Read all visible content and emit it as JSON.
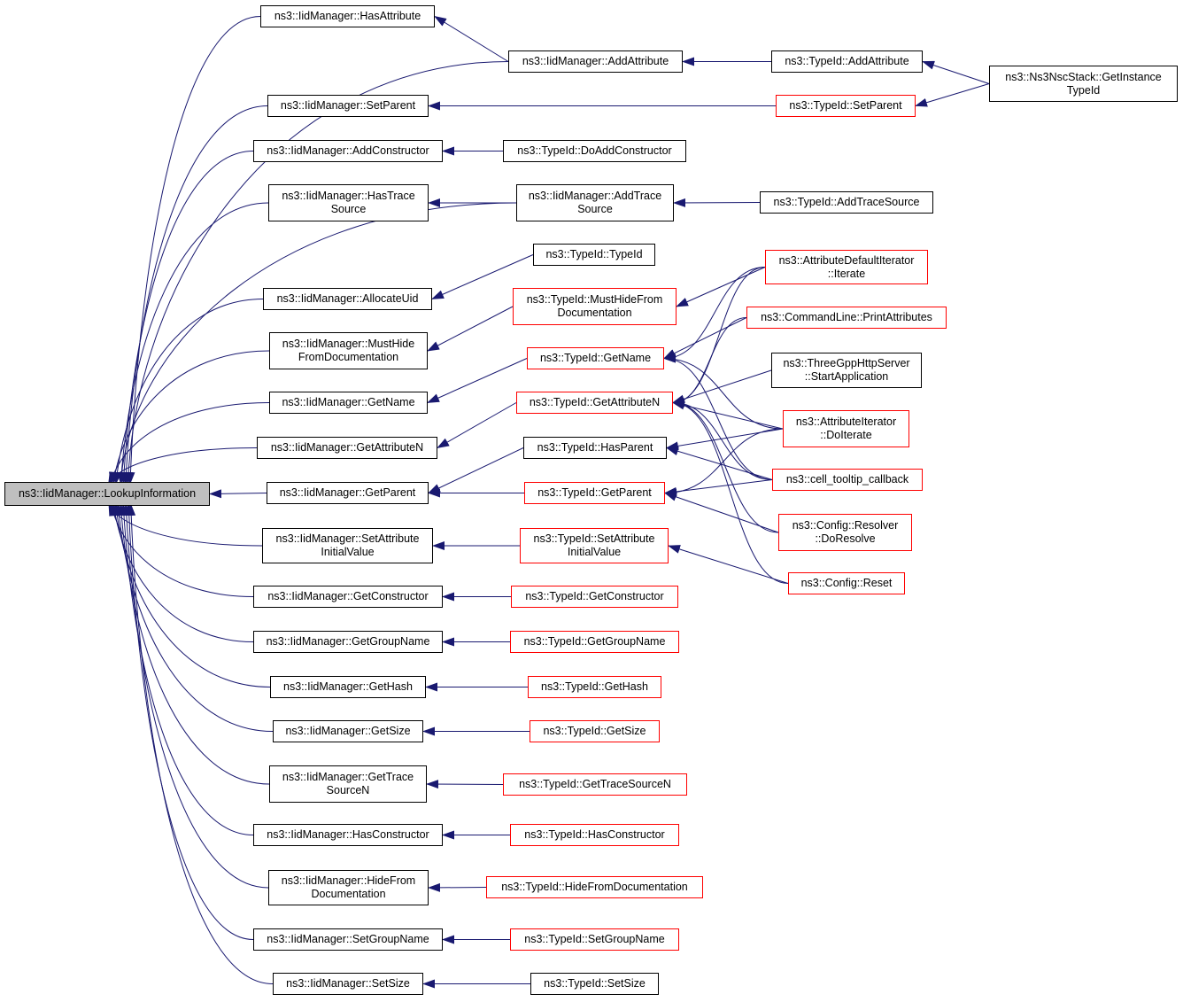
{
  "colors": {
    "edge": "#191970",
    "box_border": "#000000",
    "highlight_border": "#ff0000",
    "root_fill": "#bfbfbf",
    "background": "#ffffff"
  },
  "nodes": {
    "lookup": {
      "label": "ns3::IidManager::LookupInformation",
      "style": "root"
    },
    "m_hasattr": {
      "label": "ns3::IidManager::HasAttribute",
      "style": "normal"
    },
    "m_addattr": {
      "label": "ns3::IidManager::AddAttribute",
      "style": "normal"
    },
    "t_addattr": {
      "label": "ns3::TypeId::AddAttribute",
      "style": "normal"
    },
    "nsc": {
      "label": "ns3::Ns3NscStack::GetInstance\nTypeId",
      "style": "normal"
    },
    "m_setparent": {
      "label": "ns3::IidManager::SetParent",
      "style": "normal"
    },
    "t_setparent": {
      "label": "ns3::TypeId::SetParent",
      "style": "red"
    },
    "m_addctor": {
      "label": "ns3::IidManager::AddConstructor",
      "style": "normal"
    },
    "t_doaddctor": {
      "label": "ns3::TypeId::DoAddConstructor",
      "style": "normal"
    },
    "m_hastrace": {
      "label": "ns3::IidManager::HasTrace\nSource",
      "style": "normal"
    },
    "m_addtrace": {
      "label": "ns3::IidManager::AddTrace\nSource",
      "style": "normal"
    },
    "t_addtrace": {
      "label": "ns3::TypeId::AddTraceSource",
      "style": "normal"
    },
    "t_typeid": {
      "label": "ns3::TypeId::TypeId",
      "style": "normal"
    },
    "m_alloc": {
      "label": "ns3::IidManager::AllocateUid",
      "style": "normal"
    },
    "t_musthide": {
      "label": "ns3::TypeId::MustHideFrom\nDocumentation",
      "style": "red"
    },
    "m_musthide": {
      "label": "ns3::IidManager::MustHide\nFromDocumentation",
      "style": "normal"
    },
    "attrdef": {
      "label": "ns3::AttributeDefaultIterator\n::Iterate",
      "style": "red"
    },
    "cmdline": {
      "label": "ns3::CommandLine::PrintAttributes",
      "style": "red"
    },
    "t_getname": {
      "label": "ns3::TypeId::GetName",
      "style": "red"
    },
    "threegpp": {
      "label": "ns3::ThreeGppHttpServer\n::StartApplication",
      "style": "normal"
    },
    "m_getname": {
      "label": "ns3::IidManager::GetName",
      "style": "normal"
    },
    "t_getattrn": {
      "label": "ns3::TypeId::GetAttributeN",
      "style": "red"
    },
    "attrit": {
      "label": "ns3::AttributeIterator\n::DoIterate",
      "style": "red"
    },
    "m_getattrn": {
      "label": "ns3::IidManager::GetAttributeN",
      "style": "normal"
    },
    "t_hasparent": {
      "label": "ns3::TypeId::HasParent",
      "style": "normal"
    },
    "celltip": {
      "label": "ns3::cell_tooltip_callback",
      "style": "red"
    },
    "m_getparent": {
      "label": "ns3::IidManager::GetParent",
      "style": "normal"
    },
    "t_getparent": {
      "label": "ns3::TypeId::GetParent",
      "style": "red"
    },
    "resolver": {
      "label": "ns3::Config::Resolver\n::DoResolve",
      "style": "red"
    },
    "m_setattrinit": {
      "label": "ns3::IidManager::SetAttribute\nInitialValue",
      "style": "normal"
    },
    "t_setattrinit": {
      "label": "ns3::TypeId::SetAttribute\nInitialValue",
      "style": "red"
    },
    "reset": {
      "label": "ns3::Config::Reset",
      "style": "red"
    },
    "m_getctor": {
      "label": "ns3::IidManager::GetConstructor",
      "style": "normal"
    },
    "t_getctor": {
      "label": "ns3::TypeId::GetConstructor",
      "style": "red"
    },
    "m_getgroup": {
      "label": "ns3::IidManager::GetGroupName",
      "style": "normal"
    },
    "t_getgroup": {
      "label": "ns3::TypeId::GetGroupName",
      "style": "red"
    },
    "m_gethash": {
      "label": "ns3::IidManager::GetHash",
      "style": "normal"
    },
    "t_gethash": {
      "label": "ns3::TypeId::GetHash",
      "style": "red"
    },
    "m_getsize": {
      "label": "ns3::IidManager::GetSize",
      "style": "normal"
    },
    "t_getsize": {
      "label": "ns3::TypeId::GetSize",
      "style": "red"
    },
    "m_gettracen": {
      "label": "ns3::IidManager::GetTrace\nSourceN",
      "style": "normal"
    },
    "t_gettracen": {
      "label": "ns3::TypeId::GetTraceSourceN",
      "style": "red"
    },
    "m_hasctor": {
      "label": "ns3::IidManager::HasConstructor",
      "style": "normal"
    },
    "t_hasctor": {
      "label": "ns3::TypeId::HasConstructor",
      "style": "red"
    },
    "m_hidefrom": {
      "label": "ns3::IidManager::HideFrom\nDocumentation",
      "style": "normal"
    },
    "t_hidefrom": {
      "label": "ns3::TypeId::HideFromDocumentation",
      "style": "red"
    },
    "m_setgroup": {
      "label": "ns3::IidManager::SetGroupName",
      "style": "normal"
    },
    "t_setgroup": {
      "label": "ns3::TypeId::SetGroupName",
      "style": "red"
    },
    "m_setsize": {
      "label": "ns3::IidManager::SetSize",
      "style": "normal"
    },
    "t_setsize": {
      "label": "ns3::TypeId::SetSize",
      "style": "normal"
    }
  },
  "edges": [
    [
      "m_hasattr",
      "lookup"
    ],
    [
      "m_addattr",
      "lookup"
    ],
    [
      "m_setparent",
      "lookup"
    ],
    [
      "m_addctor",
      "lookup"
    ],
    [
      "m_hastrace",
      "lookup"
    ],
    [
      "m_addtrace",
      "lookup"
    ],
    [
      "m_alloc",
      "lookup"
    ],
    [
      "m_musthide",
      "lookup"
    ],
    [
      "m_getname",
      "lookup"
    ],
    [
      "m_getattrn",
      "lookup"
    ],
    [
      "m_getparent",
      "lookup"
    ],
    [
      "m_setattrinit",
      "lookup"
    ],
    [
      "m_getctor",
      "lookup"
    ],
    [
      "m_getgroup",
      "lookup"
    ],
    [
      "m_gethash",
      "lookup"
    ],
    [
      "m_getsize",
      "lookup"
    ],
    [
      "m_gettracen",
      "lookup"
    ],
    [
      "m_hasctor",
      "lookup"
    ],
    [
      "m_hidefrom",
      "lookup"
    ],
    [
      "m_setgroup",
      "lookup"
    ],
    [
      "m_setsize",
      "lookup"
    ],
    [
      "m_addattr",
      "m_hasattr"
    ],
    [
      "t_addattr",
      "m_addattr"
    ],
    [
      "nsc",
      "t_addattr"
    ],
    [
      "t_setparent",
      "m_setparent"
    ],
    [
      "nsc",
      "t_setparent"
    ],
    [
      "t_doaddctor",
      "m_addctor"
    ],
    [
      "m_addtrace",
      "m_hastrace"
    ],
    [
      "t_addtrace",
      "m_addtrace"
    ],
    [
      "t_typeid",
      "m_alloc"
    ],
    [
      "t_musthide",
      "m_musthide"
    ],
    [
      "attrdef",
      "t_musthide"
    ],
    [
      "t_getname",
      "m_getname"
    ],
    [
      "attrdef",
      "t_getname"
    ],
    [
      "cmdline",
      "t_getname"
    ],
    [
      "attrit",
      "t_getname"
    ],
    [
      "celltip",
      "t_getname"
    ],
    [
      "t_getattrn",
      "m_getattrn"
    ],
    [
      "attrdef",
      "t_getattrn"
    ],
    [
      "cmdline",
      "t_getattrn"
    ],
    [
      "threegpp",
      "t_getattrn"
    ],
    [
      "attrit",
      "t_getattrn"
    ],
    [
      "celltip",
      "t_getattrn"
    ],
    [
      "resolver",
      "t_getattrn"
    ],
    [
      "reset",
      "t_getattrn"
    ],
    [
      "t_hasparent",
      "m_getparent"
    ],
    [
      "attrit",
      "t_hasparent"
    ],
    [
      "celltip",
      "t_hasparent"
    ],
    [
      "t_getparent",
      "m_getparent"
    ],
    [
      "attrit",
      "t_getparent"
    ],
    [
      "celltip",
      "t_getparent"
    ],
    [
      "resolver",
      "t_getparent"
    ],
    [
      "t_setattrinit",
      "m_setattrinit"
    ],
    [
      "reset",
      "t_setattrinit"
    ],
    [
      "t_getctor",
      "m_getctor"
    ],
    [
      "t_getgroup",
      "m_getgroup"
    ],
    [
      "t_gethash",
      "m_gethash"
    ],
    [
      "t_getsize",
      "m_getsize"
    ],
    [
      "t_gettracen",
      "m_gettracen"
    ],
    [
      "t_hasctor",
      "m_hasctor"
    ],
    [
      "t_hidefrom",
      "m_hidefrom"
    ],
    [
      "t_setgroup",
      "m_setgroup"
    ],
    [
      "t_setsize",
      "m_setsize"
    ]
  ]
}
